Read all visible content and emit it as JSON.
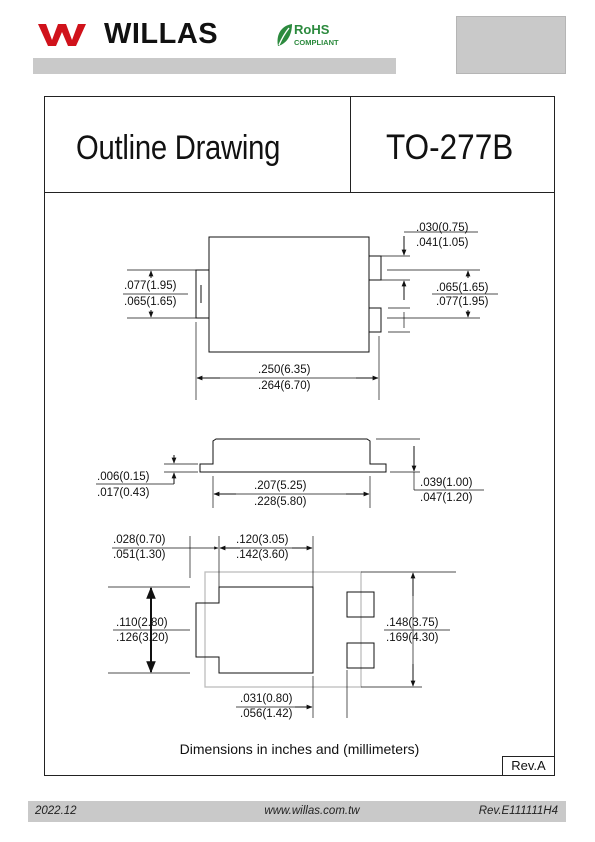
{
  "brand": {
    "name": "WILLAS",
    "rohs_title": "RoHS",
    "rohs_subtitle": "COMPLIANT"
  },
  "title": {
    "left": "Outline Drawing",
    "right": "TO-277B"
  },
  "dimensions": {
    "top_height_a": ".077(1.95)",
    "top_height_b": ".065(1.65)",
    "tab_a": ".030(0.75)",
    "tab_b": ".041(1.05)",
    "pad_gap_a": ".065(1.65)",
    "pad_gap_b": ".077(1.95)",
    "length_a": ".250(6.35)",
    "length_b": ".264(6.70)",
    "lead_thk_a": ".006(0.15)",
    "lead_thk_b": ".017(0.43)",
    "body_len_a": ".207(5.25)",
    "body_len_b": ".228(5.80)",
    "side_height_a": ".039(1.00)",
    "side_height_b": ".047(1.20)",
    "pad_offset_a": ".028(0.70)",
    "pad_offset_b": ".051(1.30)",
    "pad_width_a": ".120(3.05)",
    "pad_width_b": ".142(3.60)",
    "pad_height_a": ".110(2.80)",
    "pad_height_b": ".126(3.20)",
    "total_height_a": ".148(3.75)",
    "total_height_b": ".169(4.30)",
    "gap_a": ".031(0.80)",
    "gap_b": ".056(1.42)"
  },
  "caption": "Dimensions in inches and (millimeters)",
  "revision": "Rev.A",
  "footer": {
    "date": "2022.12",
    "website": "www.willas.com.tw",
    "doc_rev": "Rev.E111111H4"
  },
  "colors": {
    "logo_red": "#d0121b",
    "rohs_green": "#2c8a3e",
    "bar_gray": "#c9c9c9"
  }
}
